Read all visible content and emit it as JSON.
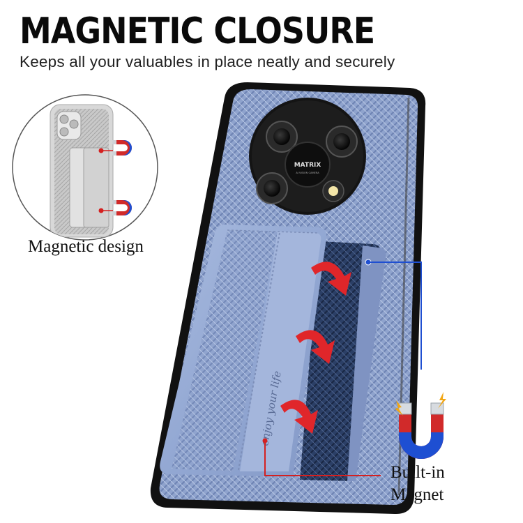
{
  "banner": {
    "title": "MAGNETIC CLOSURE",
    "subtitle": "Keeps all your valuables in place neatly and securely"
  },
  "inset": {
    "caption": "Magnetic design"
  },
  "callout": {
    "line1": "Built-in",
    "line2": "Magnet"
  },
  "product": {
    "camera_brand": "MATRIX",
    "camera_subtext": "AI VISION CAMERA",
    "wallet_slogan": "enjoy your life"
  },
  "colors": {
    "case_blue": "#8fa3cd",
    "bumper": "#111111",
    "arrow_red": "#e0262a",
    "pointer_blue": "#1f4fd1",
    "pointer_red": "#d42020"
  },
  "icons": [
    "horseshoe-magnet-icon",
    "magnetic-field-spark-icon",
    "red-curved-arrow-icon"
  ]
}
